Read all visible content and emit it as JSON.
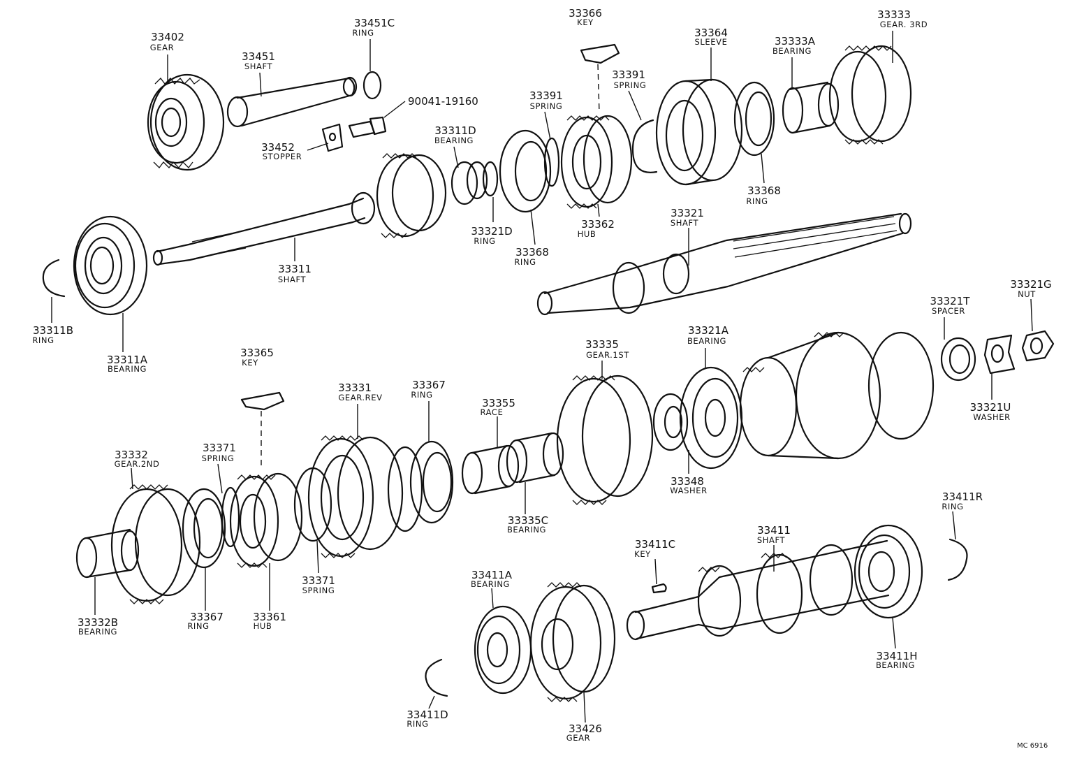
{
  "diagram": {
    "code": "MC 6916",
    "parts": [
      {
        "id": "p33402",
        "number": "33402",
        "name": "GEAR"
      },
      {
        "id": "p33451",
        "number": "33451",
        "name": "SHAFT"
      },
      {
        "id": "p33451c",
        "number": "33451C",
        "name": "RING"
      },
      {
        "id": "p90041",
        "number": "90041-19160",
        "name": ""
      },
      {
        "id": "p33452",
        "number": "33452",
        "name": "STOPPER"
      },
      {
        "id": "p33366",
        "number": "33366",
        "name": "KEY"
      },
      {
        "id": "p33364",
        "number": "33364",
        "name": "SLEEVE"
      },
      {
        "id": "p33333a",
        "number": "33333A",
        "name": "BEARING"
      },
      {
        "id": "p33333",
        "number": "33333",
        "name": "GEAR. 3RD"
      },
      {
        "id": "p33391a",
        "number": "33391",
        "name": "SPRING"
      },
      {
        "id": "p33391b",
        "number": "33391",
        "name": "SPRING"
      },
      {
        "id": "p33311d",
        "number": "33311D",
        "name": "BEARING"
      },
      {
        "id": "p33368a",
        "number": "33368",
        "name": "RING"
      },
      {
        "id": "p33368b",
        "number": "33368",
        "name": "RING"
      },
      {
        "id": "p33362",
        "number": "33362",
        "name": "HUB"
      },
      {
        "id": "p33321d",
        "number": "33321D",
        "name": "RING"
      },
      {
        "id": "p33321",
        "number": "33321",
        "name": "SHAFT"
      },
      {
        "id": "p33311",
        "number": "33311",
        "name": "SHAFT"
      },
      {
        "id": "p33311b",
        "number": "33311B",
        "name": "RING"
      },
      {
        "id": "p33311a",
        "number": "33311A",
        "name": "BEARING"
      },
      {
        "id": "p33365",
        "number": "33365",
        "name": "KEY"
      },
      {
        "id": "p33331",
        "number": "33331",
        "name": "GEAR.REV"
      },
      {
        "id": "p33367a",
        "number": "33367",
        "name": "RING"
      },
      {
        "id": "p33355",
        "number": "33355",
        "name": "RACE"
      },
      {
        "id": "p33335",
        "number": "33335",
        "name": "GEAR.1ST"
      },
      {
        "id": "p33321a",
        "number": "33321A",
        "name": "BEARING"
      },
      {
        "id": "p33321t",
        "number": "33321T",
        "name": "SPACER"
      },
      {
        "id": "p33321g",
        "number": "33321G",
        "name": "NUT"
      },
      {
        "id": "p33321u",
        "number": "33321U",
        "name": "WASHER"
      },
      {
        "id": "p33348",
        "number": "33348",
        "name": "WASHER"
      },
      {
        "id": "p33332",
        "number": "33332",
        "name": "GEAR.2ND"
      },
      {
        "id": "p33371a",
        "number": "33371",
        "name": "SPRING"
      },
      {
        "id": "p33371b",
        "number": "33371",
        "name": "SPRING"
      },
      {
        "id": "p33335c",
        "number": "33335C",
        "name": "BEARING"
      },
      {
        "id": "p33332b",
        "number": "33332B",
        "name": "BEARING"
      },
      {
        "id": "p33367b",
        "number": "33367",
        "name": "RING"
      },
      {
        "id": "p33361",
        "number": "33361",
        "name": "HUB"
      },
      {
        "id": "p33411r",
        "number": "33411R",
        "name": "RING"
      },
      {
        "id": "p33411",
        "number": "33411",
        "name": "SHAFT"
      },
      {
        "id": "p33411c",
        "number": "33411C",
        "name": "KEY"
      },
      {
        "id": "p33411a",
        "number": "33411A",
        "name": "BEARING"
      },
      {
        "id": "p33411h",
        "number": "33411H",
        "name": "BEARING"
      },
      {
        "id": "p33411d",
        "number": "33411D",
        "name": "RING"
      },
      {
        "id": "p33426",
        "number": "33426",
        "name": "GEAR"
      }
    ]
  }
}
